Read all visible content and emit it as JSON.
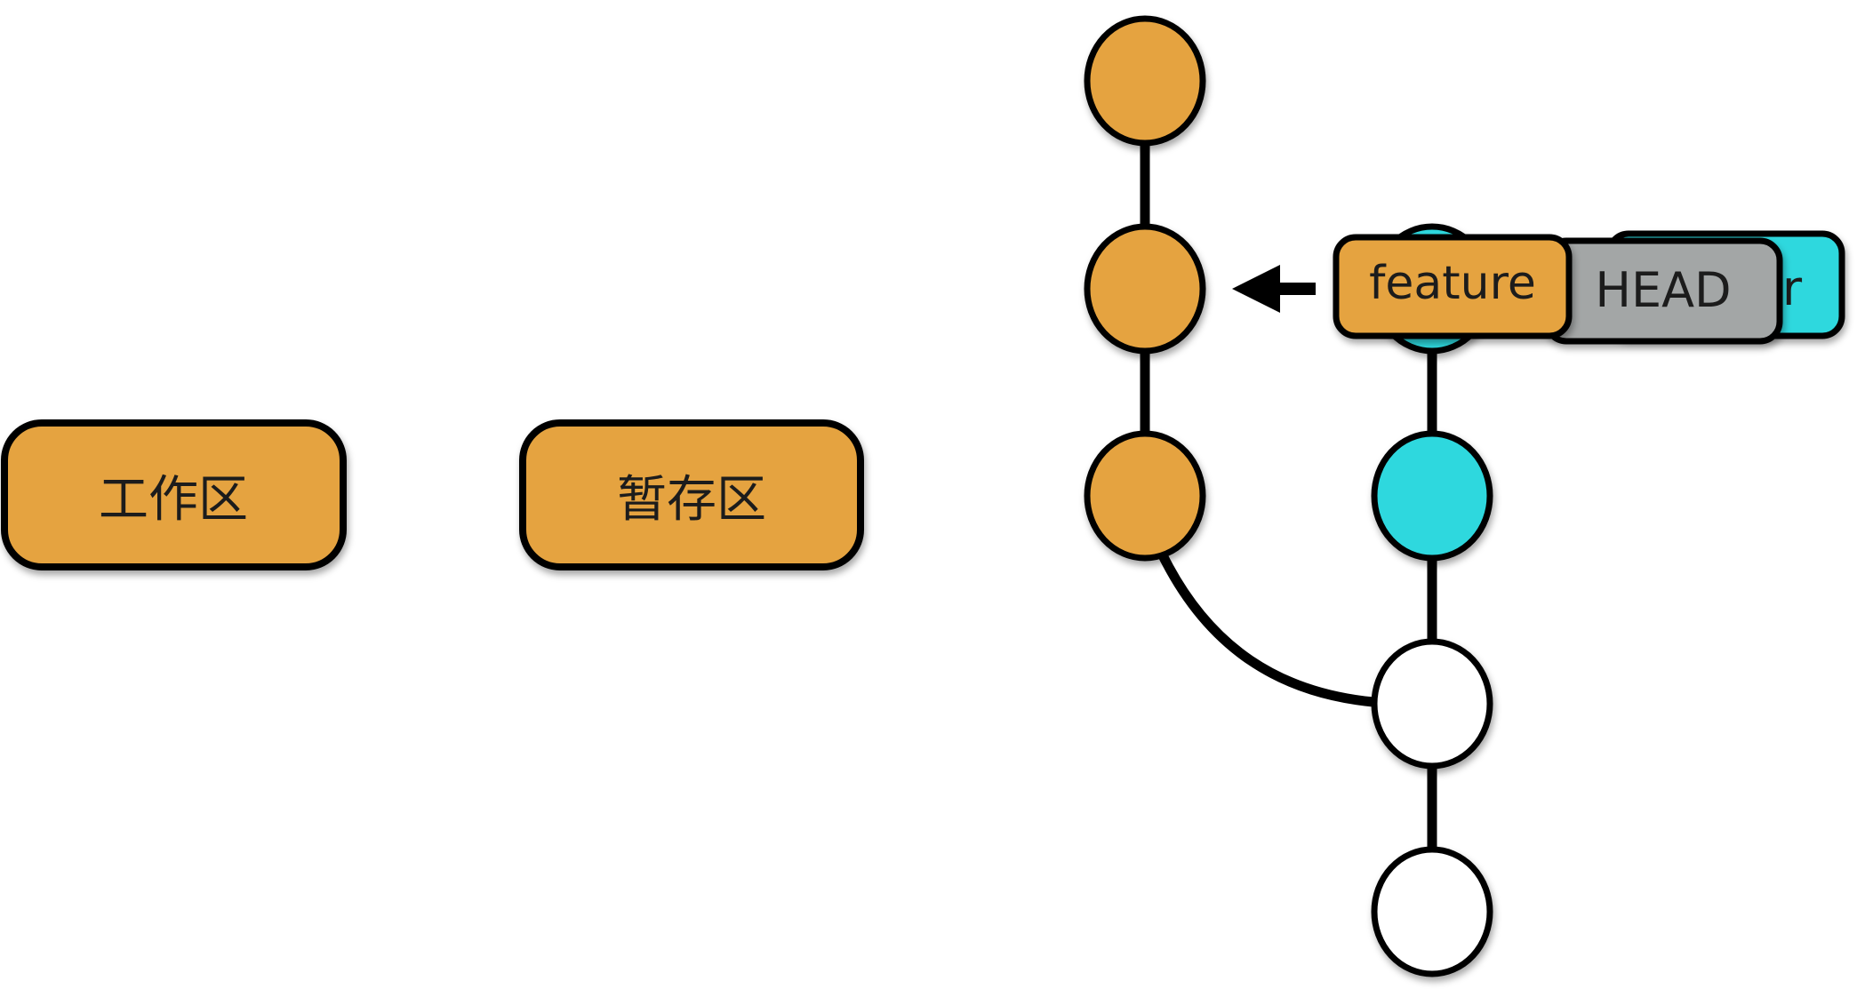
{
  "zones": [
    {
      "id": "working",
      "label": "工作区"
    },
    {
      "id": "staging",
      "label": "暂存区"
    }
  ],
  "refs": {
    "feature": "feature",
    "head": "HEAD",
    "master_visible_fragment": "r"
  },
  "colors": {
    "feature_commit": "#E5A340",
    "master_commit": "#2ED8DE",
    "base_commit": "#FFFFFF",
    "head_label": "#A3A6A6",
    "outline": "#000000"
  },
  "icons": {
    "move_arrow": "left-arrow-icon"
  }
}
